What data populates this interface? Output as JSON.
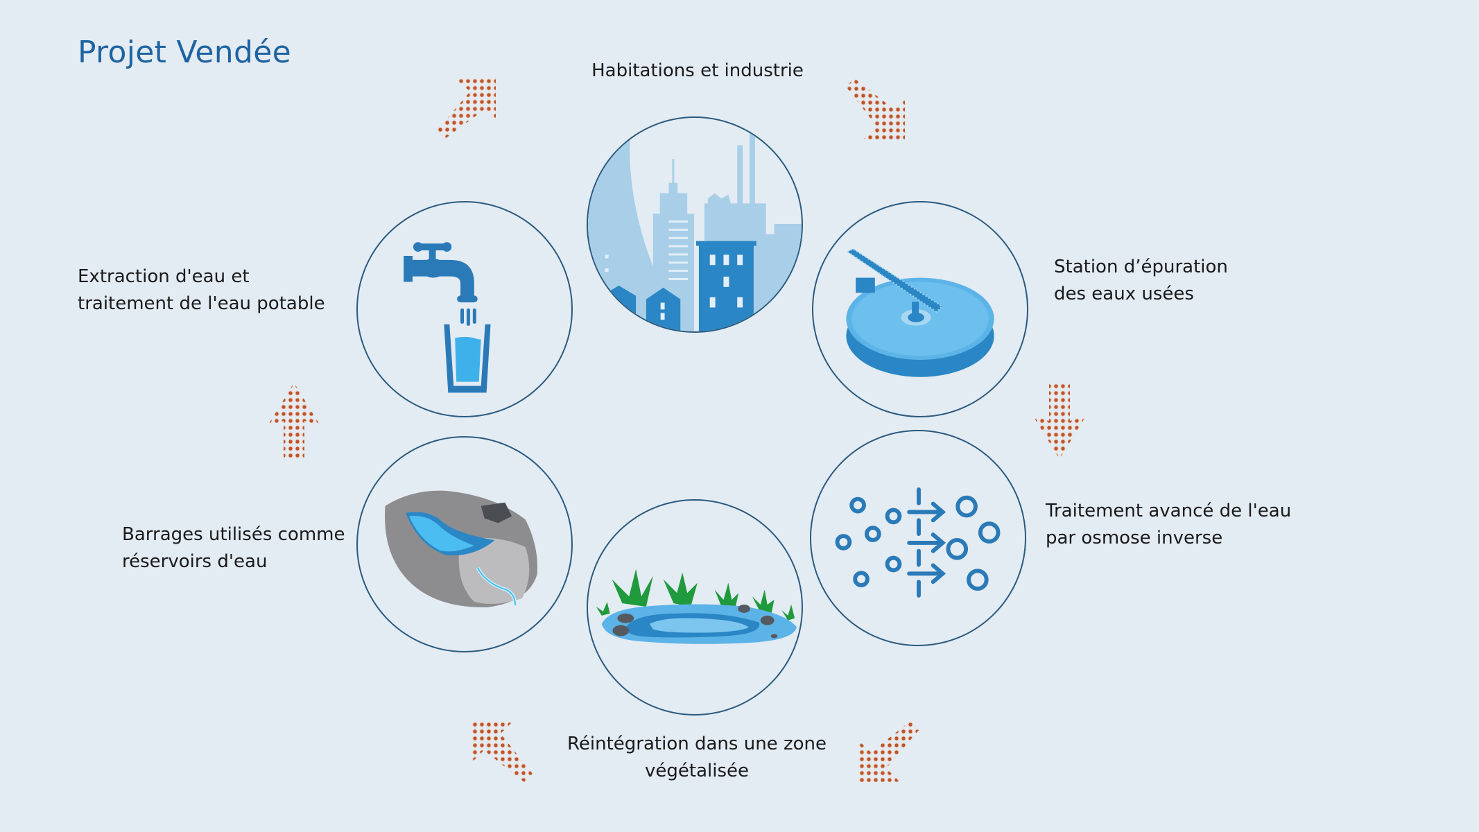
{
  "title": "Projet Vendée",
  "colors": {
    "background": "#e3ebf3",
    "title": "#1f63a0",
    "circle_stroke": "#2b5a7e",
    "icon_blue": "#2a86c4",
    "icon_light_blue": "#a9cfe8",
    "water_blue": "#3fb1ea",
    "arrow_orange": "#c9643c",
    "grass_green": "#1f9a3c",
    "rock_gray": "#9a9a9a"
  },
  "cycle": {
    "steps": [
      {
        "id": "habitations",
        "label_lines": [
          "Habitations et industrie"
        ],
        "icon": "city-icon"
      },
      {
        "id": "station",
        "label_lines": [
          "Station d’épuration",
          "des eaux usées"
        ],
        "icon": "wastewater-plant-icon"
      },
      {
        "id": "osmose",
        "label_lines": [
          "Traitement avancé de l'eau",
          "par osmose inverse"
        ],
        "icon": "reverse-osmosis-icon"
      },
      {
        "id": "reintegration",
        "label_lines": [
          "Réintégration dans une zone",
          "végétalisée"
        ],
        "icon": "pond-icon"
      },
      {
        "id": "barrages",
        "label_lines": [
          "Barrages utilisés comme",
          "réservoirs d'eau"
        ],
        "icon": "dam-reservoir-icon"
      },
      {
        "id": "extraction",
        "label_lines": [
          "Extraction d'eau et",
          "traitement de l'eau potable"
        ],
        "icon": "tap-water-icon"
      }
    ],
    "arrows": [
      {
        "position": "top-left",
        "direction": "up-right"
      },
      {
        "position": "top-right",
        "direction": "down-right"
      },
      {
        "position": "right",
        "direction": "down"
      },
      {
        "position": "bottom-right",
        "direction": "down-left"
      },
      {
        "position": "bottom-left",
        "direction": "up-left"
      },
      {
        "position": "left",
        "direction": "up"
      }
    ]
  }
}
